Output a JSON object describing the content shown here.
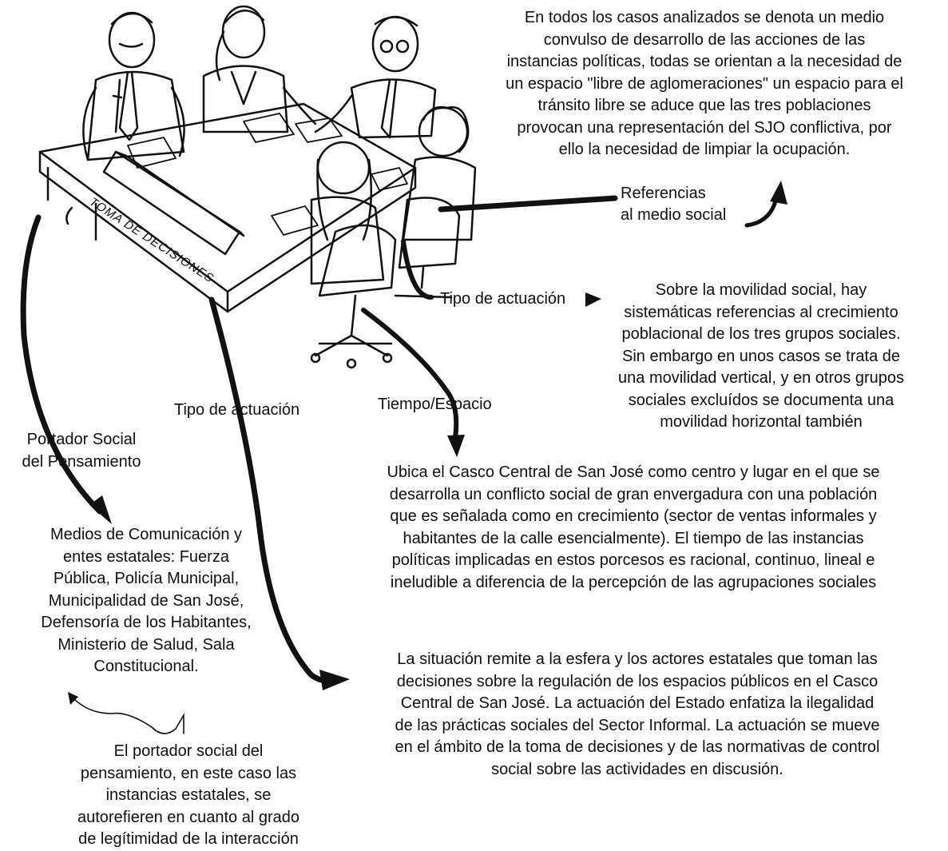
{
  "sign_label": "TOMA DE DECISIONES",
  "blocks": {
    "top_right": [
      "En todos los casos analizados se denota un medio",
      "convulso de desarrollo de  las acciones de las",
      "instancias políticas, todas se orientan a la necesidad de",
      "un espacio \"libre de aglomeraciones\" un espacio para el",
      "tránsito libre se aduce que  las tres poblaciones",
      "provocan una representación del SJO conflictiva, por",
      "ello la necesidad de limpiar la ocupación."
    ],
    "movilidad": [
      "Sobre la movilidad social, hay",
      "sistemáticas referencias al crecimiento",
      "poblacional de los tres grupos sociales.",
      "Sin embargo en unos casos se trata de",
      "una movilidad vertical, y en otros grupos",
      "sociales excluídos se  documenta una",
      "movilidad horizontal también"
    ],
    "casco": [
      "Ubica el Casco Central de San  José como centro y lugar en el que se",
      "desarrolla un conflicto social de gran envergadura con una población",
      "que es señalada como en crecimiento (sector de ventas informales y",
      "habitantes de la calle esencialmente). El tiempo de las instancias",
      "políticas implicadas en estos porcesos es racional, continuo, lineal e",
      "ineludible a diferencia de  la percepción de las agrupaciones sociales"
    ],
    "medios": [
      "Medios de Comunicación y",
      "entes estatales: Fuerza",
      "Pública, Policía Municipal,",
      "Municipalidad de San José,",
      "Defensoría de los Habitantes,",
      "Ministerio de Salud, Sala",
      "Constitucional."
    ],
    "situacion": [
      "La situación remite a la esfera y los actores estatales que toman las",
      "decisiones sobre la regulación de los espacios públicos en el Casco",
      "Central de San José. La actuación del Estado enfatiza la ilegalidad",
      "de las prácticas sociales del Sector Informal. La actuación se mueve",
      "en el ámbito de la toma de decisiones y de las normativas de control",
      "social sobre las actividades en discusión."
    ],
    "portador_desc": [
      "El portador social del",
      "pensamiento, en este caso las",
      "instancias estatales, se",
      "autorefieren en cuanto al grado",
      "de legítimidad de la interacción"
    ]
  },
  "labels": {
    "referencias": [
      "Referencias",
      "al medio social"
    ],
    "tipo_actuacion_right": "Tipo de actuación",
    "tipo_actuacion_left": "Tipo de actuación",
    "tiempo_espacio": "Tiempo/Espacio",
    "portador": [
      "Portador Social",
      "del Pensamiento"
    ]
  },
  "colors": {
    "ink": "#111111",
    "paper": "#ffffff"
  }
}
